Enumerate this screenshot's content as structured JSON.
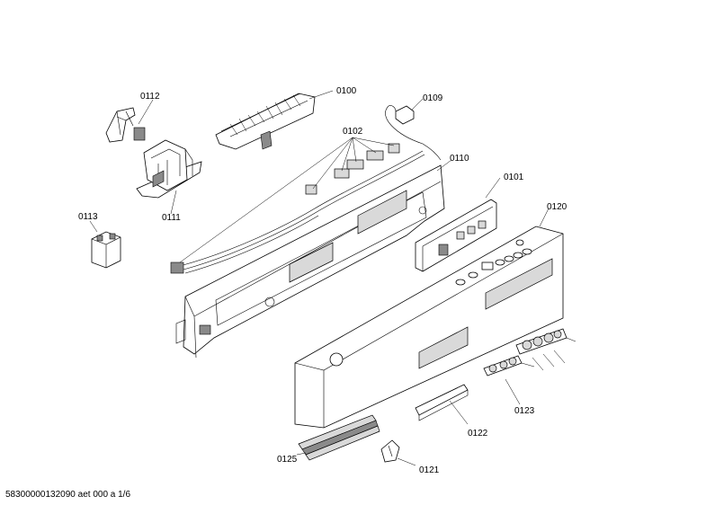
{
  "parts": [
    {
      "id": "p0100",
      "label": "0100"
    },
    {
      "id": "p0101",
      "label": "0101"
    },
    {
      "id": "p0102",
      "label": "0102"
    },
    {
      "id": "p0109",
      "label": "0109"
    },
    {
      "id": "p0110",
      "label": "0110"
    },
    {
      "id": "p0111",
      "label": "0111"
    },
    {
      "id": "p0112",
      "label": "0112"
    },
    {
      "id": "p0113",
      "label": "0113"
    },
    {
      "id": "p0120",
      "label": "0120"
    },
    {
      "id": "p0121",
      "label": "0121"
    },
    {
      "id": "p0122",
      "label": "0122"
    },
    {
      "id": "p0123",
      "label": "0123"
    },
    {
      "id": "p0125",
      "label": "0125"
    }
  ],
  "footer": "58300000132090 aet 000 a 1/6"
}
